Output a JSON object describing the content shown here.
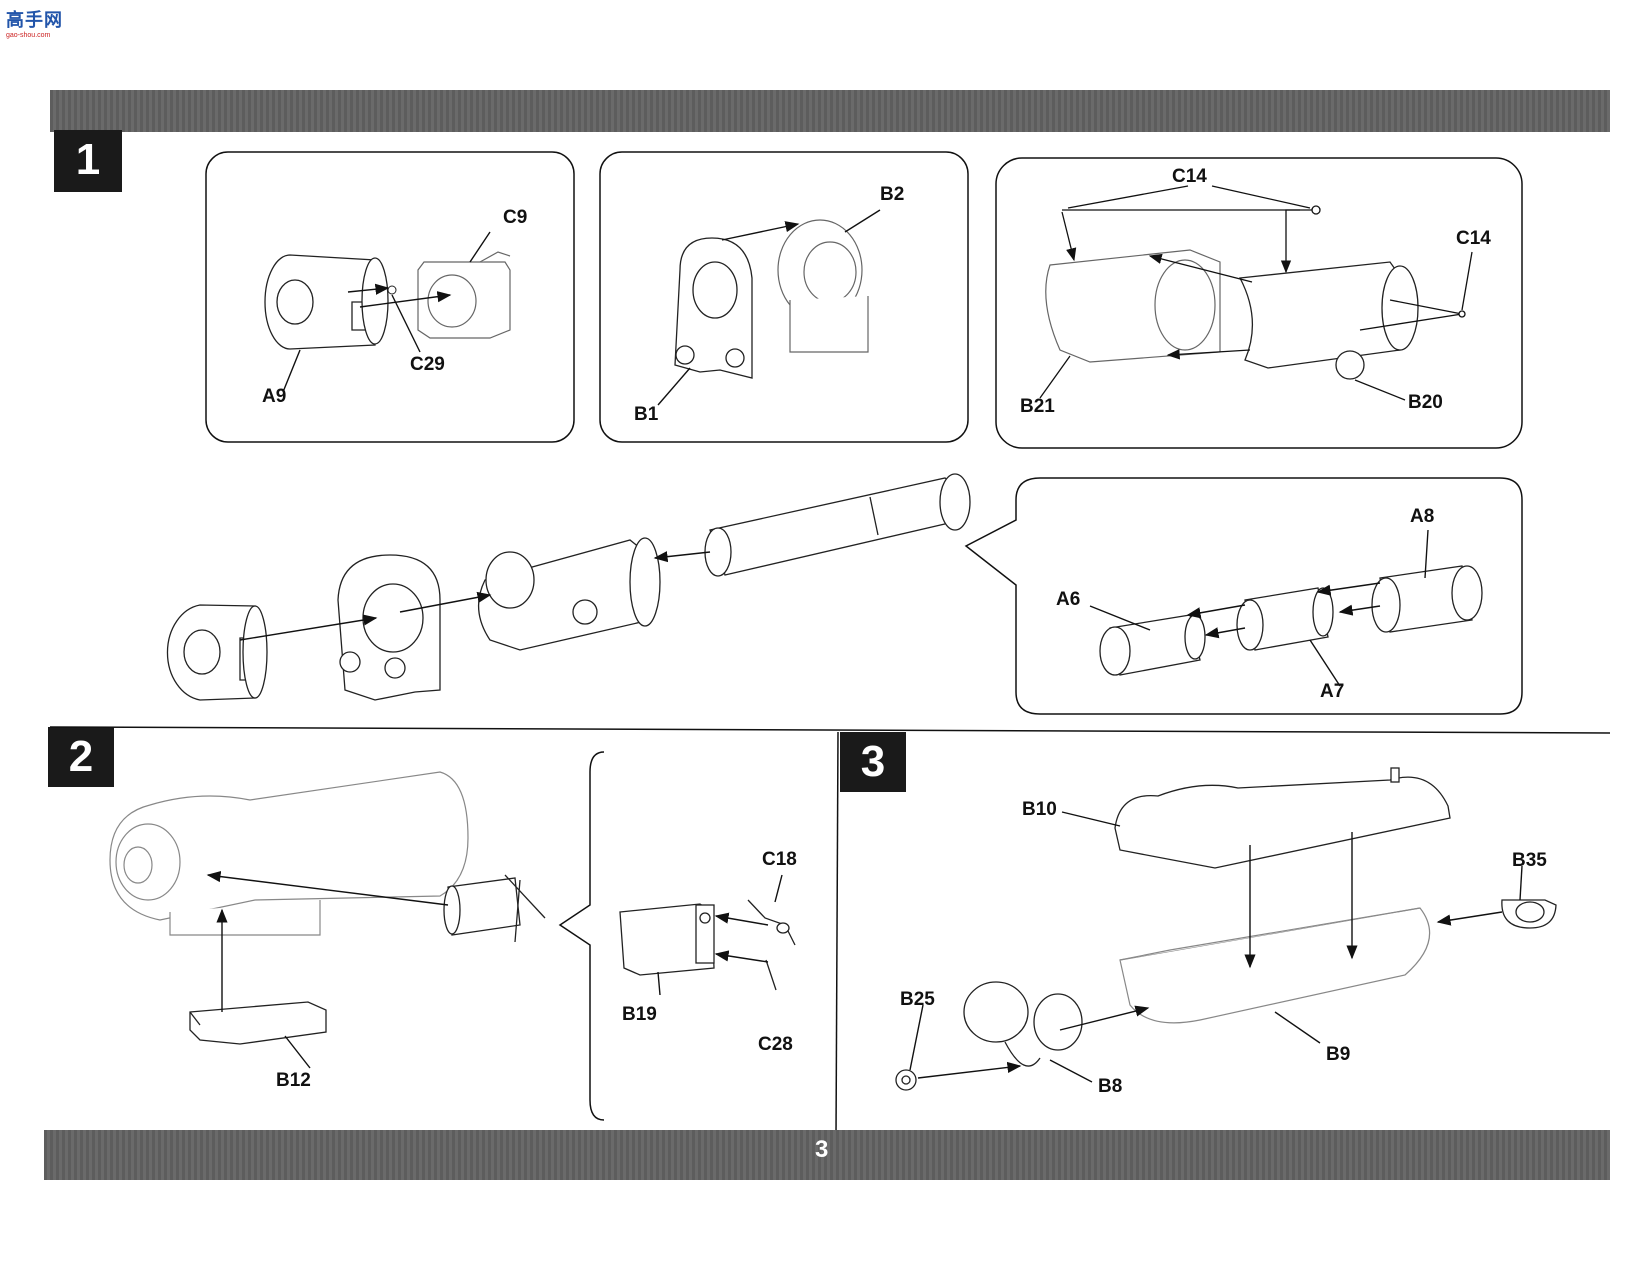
{
  "watermark": {
    "brand": "高手网",
    "url": "gao-shou.com"
  },
  "steps": [
    {
      "number": "1"
    },
    {
      "number": "2"
    },
    {
      "number": "3"
    }
  ],
  "labels": {
    "A9": "A9",
    "C29": "C29",
    "C9": "C9",
    "B1": "B1",
    "B2": "B2",
    "C14_top": "C14",
    "C14_right": "C14",
    "B21": "B21",
    "B20": "B20",
    "A8": "A8",
    "A6": "A6",
    "A7": "A7",
    "C18": "C18",
    "B19": "B19",
    "C28": "C28",
    "B12": "B12",
    "B10": "B10",
    "B35": "B35",
    "B25": "B25",
    "B8": "B8",
    "B9": "B9"
  },
  "page_number": "3"
}
